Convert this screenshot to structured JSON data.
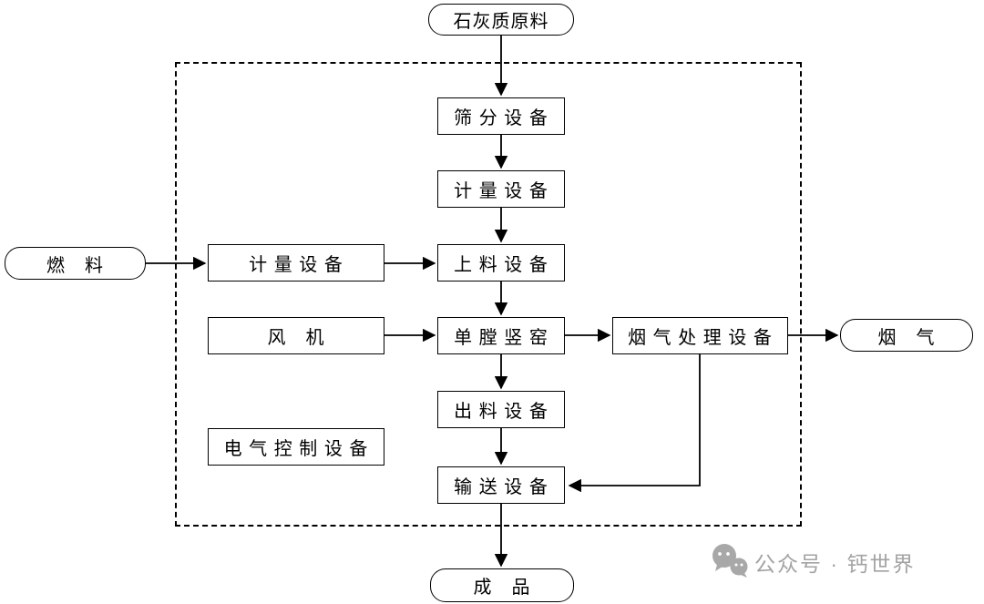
{
  "diagram": {
    "type": "flowchart",
    "nodes": {
      "raw_material": {
        "label": "石灰质原料",
        "shape": "terminator"
      },
      "screening": {
        "label": "筛 分 设 备",
        "shape": "process"
      },
      "metering_top": {
        "label": "计 量 设 备",
        "shape": "process"
      },
      "feeding": {
        "label": "上 料 设 备",
        "shape": "process"
      },
      "kiln": {
        "label": "单 膛 竖 窑",
        "shape": "process"
      },
      "discharge": {
        "label": "出 料 设 备",
        "shape": "process"
      },
      "conveying": {
        "label": "输 送 设 备",
        "shape": "process"
      },
      "fuel": {
        "label": "燃　料",
        "shape": "terminator"
      },
      "metering_left": {
        "label": "计 量 设 备",
        "shape": "process"
      },
      "fan": {
        "label": "风　机",
        "shape": "process"
      },
      "electrical_control": {
        "label": "电 气 控 制 设 备",
        "shape": "process"
      },
      "flue_gas_treatment": {
        "label": "烟 气 处 理 设 备",
        "shape": "process"
      },
      "flue_gas": {
        "label": "烟　气",
        "shape": "terminator"
      },
      "product": {
        "label": "成　品",
        "shape": "terminator"
      }
    },
    "edges": [
      {
        "from": "raw_material",
        "to": "screening"
      },
      {
        "from": "screening",
        "to": "metering_top"
      },
      {
        "from": "metering_top",
        "to": "feeding"
      },
      {
        "from": "feeding",
        "to": "kiln"
      },
      {
        "from": "kiln",
        "to": "discharge"
      },
      {
        "from": "discharge",
        "to": "conveying"
      },
      {
        "from": "conveying",
        "to": "product"
      },
      {
        "from": "fuel",
        "to": "metering_left"
      },
      {
        "from": "metering_left",
        "to": "feeding"
      },
      {
        "from": "fan",
        "to": "kiln"
      },
      {
        "from": "kiln",
        "to": "flue_gas_treatment"
      },
      {
        "from": "flue_gas_treatment",
        "to": "flue_gas"
      },
      {
        "from": "flue_gas_treatment",
        "to": "conveying"
      }
    ],
    "colors": {
      "line": "#000000",
      "background": "#ffffff",
      "watermark": "#a3a3a3"
    }
  },
  "watermark": {
    "text": "公众号 · 钙世界",
    "icon": "wechat-official-account-icon"
  }
}
